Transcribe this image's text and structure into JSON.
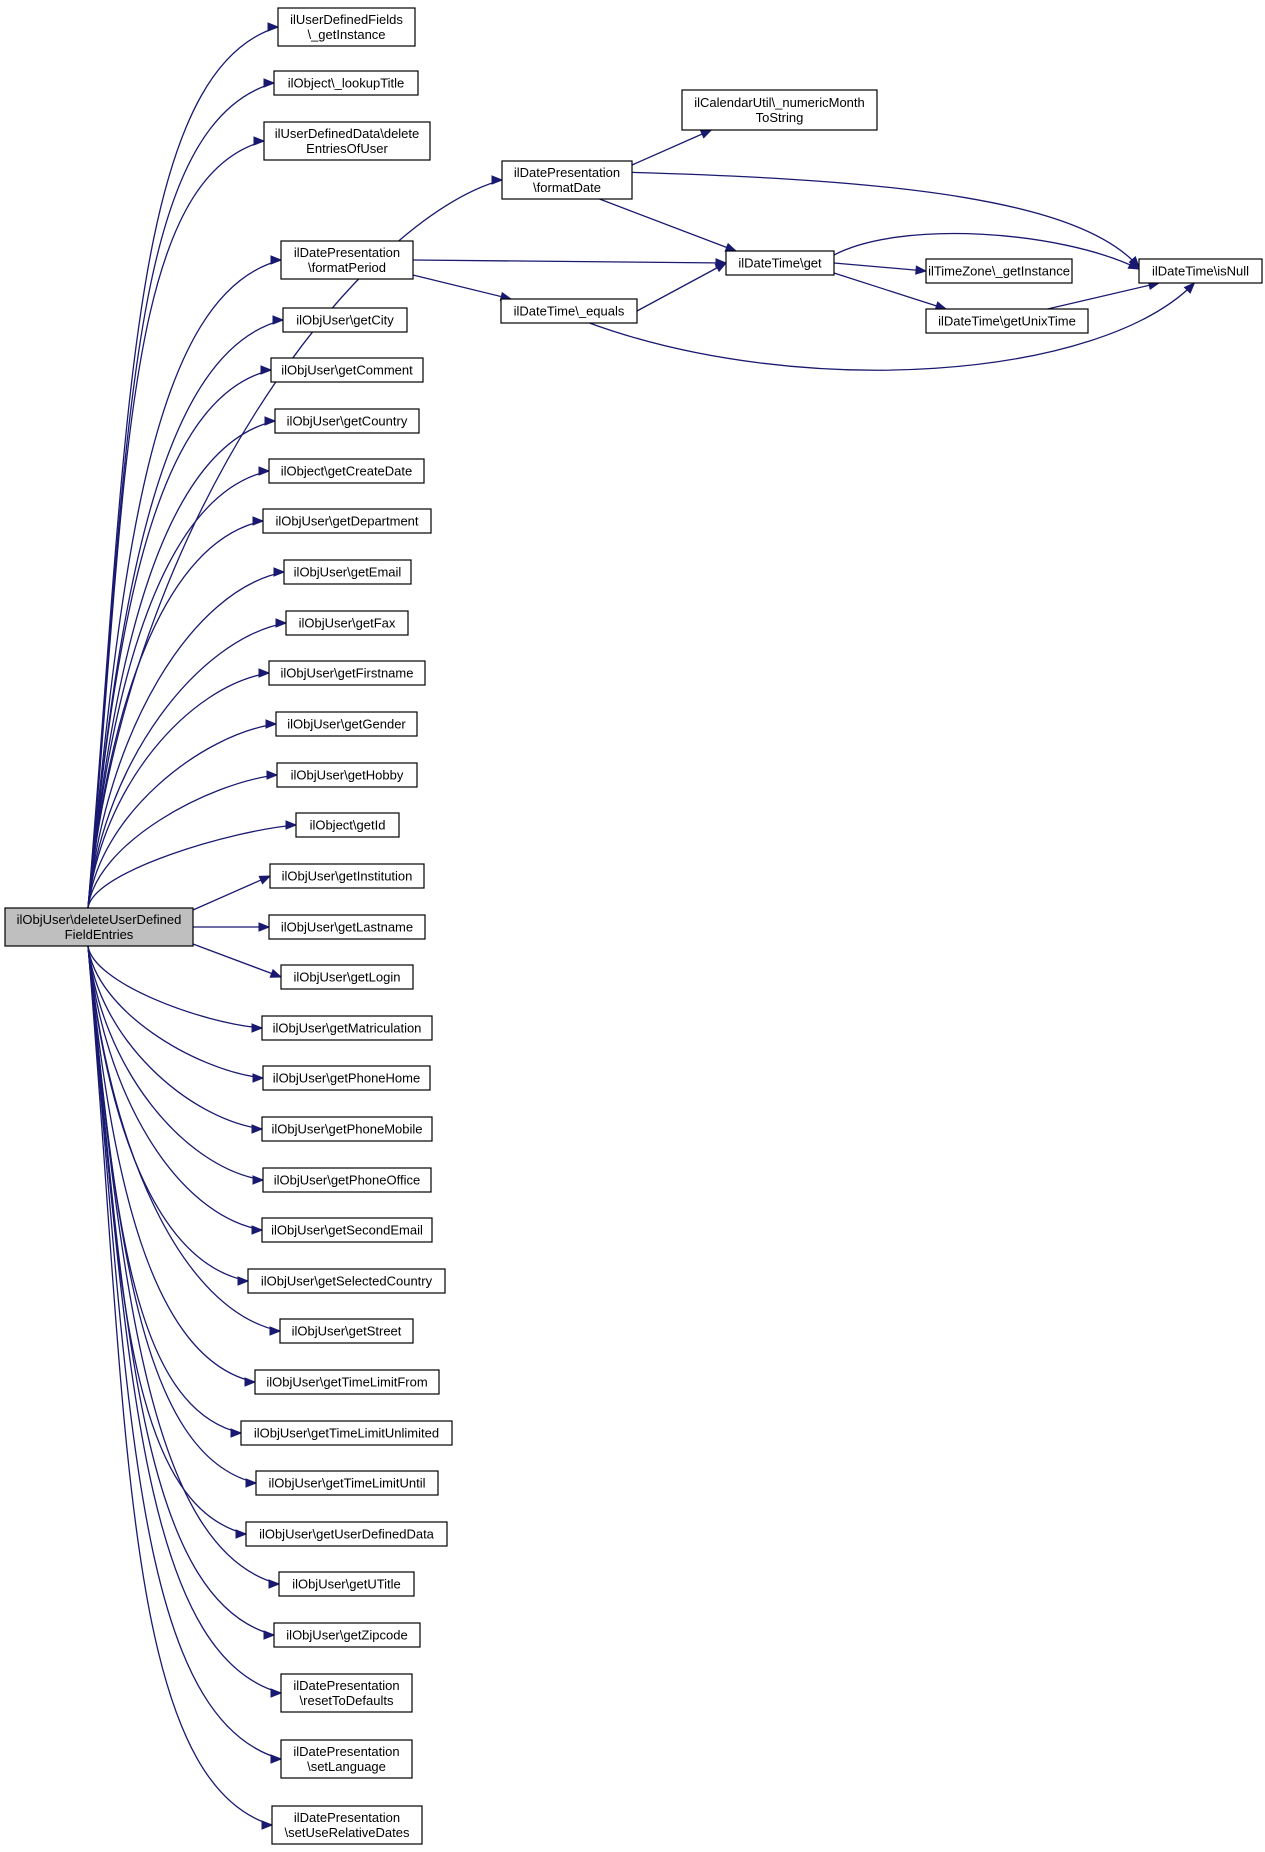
{
  "colors": {
    "edge": "#191970",
    "node_border": "#000000",
    "root_fill": "#bfbfbf",
    "node_fill": "#ffffff"
  },
  "root": {
    "id": "root",
    "label": [
      "ilObjUser\\deleteUserDefined",
      "FieldEntries"
    ]
  },
  "nodes": [
    {
      "id": "n1",
      "label": [
        "ilUserDefinedFields",
        "\\_getInstance"
      ]
    },
    {
      "id": "n2",
      "label": [
        "ilObject\\_lookupTitle"
      ]
    },
    {
      "id": "n3",
      "label": [
        "ilUserDefinedData\\delete",
        "EntriesOfUser"
      ]
    },
    {
      "id": "n4",
      "label": [
        "ilDatePresentation",
        "\\formatDate"
      ]
    },
    {
      "id": "n5",
      "label": [
        "ilDatePresentation",
        "\\formatPeriod"
      ]
    },
    {
      "id": "n6",
      "label": [
        "ilObjUser\\getCity"
      ]
    },
    {
      "id": "n7",
      "label": [
        "ilObjUser\\getComment"
      ]
    },
    {
      "id": "n8",
      "label": [
        "ilObjUser\\getCountry"
      ]
    },
    {
      "id": "n9",
      "label": [
        "ilObject\\getCreateDate"
      ]
    },
    {
      "id": "n10",
      "label": [
        "ilObjUser\\getDepartment"
      ]
    },
    {
      "id": "n11",
      "label": [
        "ilObjUser\\getEmail"
      ]
    },
    {
      "id": "n12",
      "label": [
        "ilObjUser\\getFax"
      ]
    },
    {
      "id": "n13",
      "label": [
        "ilObjUser\\getFirstname"
      ]
    },
    {
      "id": "n14",
      "label": [
        "ilObjUser\\getGender"
      ]
    },
    {
      "id": "n15",
      "label": [
        "ilObjUser\\getHobby"
      ]
    },
    {
      "id": "n16",
      "label": [
        "ilObject\\getId"
      ]
    },
    {
      "id": "n17",
      "label": [
        "ilObjUser\\getInstitution"
      ]
    },
    {
      "id": "n18",
      "label": [
        "ilObjUser\\getLastname"
      ]
    },
    {
      "id": "n19",
      "label": [
        "ilObjUser\\getLogin"
      ]
    },
    {
      "id": "n20",
      "label": [
        "ilObjUser\\getMatriculation"
      ]
    },
    {
      "id": "n21",
      "label": [
        "ilObjUser\\getPhoneHome"
      ]
    },
    {
      "id": "n22",
      "label": [
        "ilObjUser\\getPhoneMobile"
      ]
    },
    {
      "id": "n23",
      "label": [
        "ilObjUser\\getPhoneOffice"
      ]
    },
    {
      "id": "n24",
      "label": [
        "ilObjUser\\getSecondEmail"
      ]
    },
    {
      "id": "n25",
      "label": [
        "ilObjUser\\getSelectedCountry"
      ]
    },
    {
      "id": "n26",
      "label": [
        "ilObjUser\\getStreet"
      ]
    },
    {
      "id": "n27",
      "label": [
        "ilObjUser\\getTimeLimitFrom"
      ]
    },
    {
      "id": "n28",
      "label": [
        "ilObjUser\\getTimeLimitUnlimited"
      ]
    },
    {
      "id": "n29",
      "label": [
        "ilObjUser\\getTimeLimitUntil"
      ]
    },
    {
      "id": "n30",
      "label": [
        "ilObjUser\\getUserDefinedData"
      ]
    },
    {
      "id": "n31",
      "label": [
        "ilObjUser\\getUTitle"
      ]
    },
    {
      "id": "n32",
      "label": [
        "ilObjUser\\getZipcode"
      ]
    },
    {
      "id": "n33",
      "label": [
        "ilDatePresentation",
        "\\resetToDefaults"
      ]
    },
    {
      "id": "n34",
      "label": [
        "ilDatePresentation",
        "\\setLanguage"
      ]
    },
    {
      "id": "n35",
      "label": [
        "ilDatePresentation",
        "\\setUseRelativeDates"
      ]
    },
    {
      "id": "n36",
      "label": [
        "ilCalendarUtil\\_numericMonth",
        "ToString"
      ]
    },
    {
      "id": "n37",
      "label": [
        "ilDateTime\\get"
      ]
    },
    {
      "id": "n38",
      "label": [
        "ilDateTime\\_equals"
      ]
    },
    {
      "id": "n39",
      "label": [
        "ilTimeZone\\_getInstance"
      ]
    },
    {
      "id": "n40",
      "label": [
        "ilDateTime\\getUnixTime"
      ]
    },
    {
      "id": "n41",
      "label": [
        "ilDateTime\\isNull"
      ]
    }
  ],
  "edges": [
    [
      "root",
      "n1"
    ],
    [
      "root",
      "n2"
    ],
    [
      "root",
      "n3"
    ],
    [
      "root",
      "n4"
    ],
    [
      "root",
      "n5"
    ],
    [
      "root",
      "n6"
    ],
    [
      "root",
      "n7"
    ],
    [
      "root",
      "n8"
    ],
    [
      "root",
      "n9"
    ],
    [
      "root",
      "n10"
    ],
    [
      "root",
      "n11"
    ],
    [
      "root",
      "n12"
    ],
    [
      "root",
      "n13"
    ],
    [
      "root",
      "n14"
    ],
    [
      "root",
      "n15"
    ],
    [
      "root",
      "n16"
    ],
    [
      "root",
      "n17"
    ],
    [
      "root",
      "n18"
    ],
    [
      "root",
      "n19"
    ],
    [
      "root",
      "n20"
    ],
    [
      "root",
      "n21"
    ],
    [
      "root",
      "n22"
    ],
    [
      "root",
      "n23"
    ],
    [
      "root",
      "n24"
    ],
    [
      "root",
      "n25"
    ],
    [
      "root",
      "n26"
    ],
    [
      "root",
      "n27"
    ],
    [
      "root",
      "n28"
    ],
    [
      "root",
      "n29"
    ],
    [
      "root",
      "n30"
    ],
    [
      "root",
      "n31"
    ],
    [
      "root",
      "n32"
    ],
    [
      "root",
      "n33"
    ],
    [
      "root",
      "n34"
    ],
    [
      "root",
      "n35"
    ],
    [
      "n4",
      "n36"
    ],
    [
      "n4",
      "n37"
    ],
    [
      "n4",
      "n41"
    ],
    [
      "n5",
      "n37"
    ],
    [
      "n5",
      "n38"
    ],
    [
      "n38",
      "n37"
    ],
    [
      "n38",
      "n41"
    ],
    [
      "n37",
      "n39"
    ],
    [
      "n37",
      "n40"
    ],
    [
      "n37",
      "n41"
    ],
    [
      "n40",
      "n41"
    ]
  ]
}
